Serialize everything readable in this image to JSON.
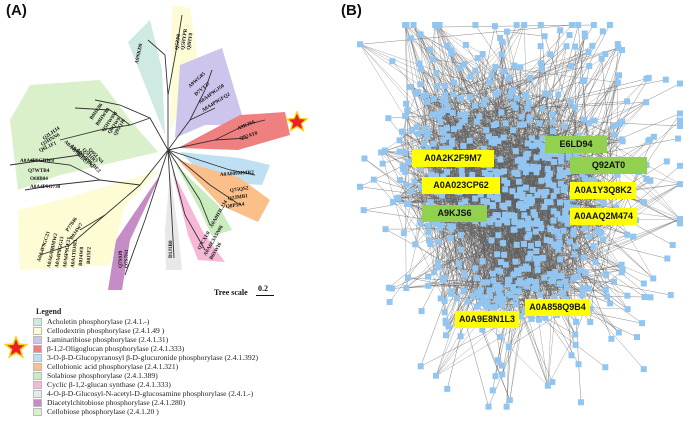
{
  "panel_a": {
    "label": "(A)",
    "tree_scale": {
      "label": "Tree scale",
      "value": "0.2"
    },
    "leaves": {
      "acholetin": [
        "A9NKD9"
      ],
      "cellodextrin_top": [
        "Q5ZP8",
        "Q5HYPR",
        "Q8HY8"
      ],
      "laminaribiose": [
        "A9WG85",
        "D7VT37",
        "A0A4P9GJ50",
        "A0A4P9GFQ2"
      ],
      "highlighted": [
        "A9KJS6",
        "Q92AT0"
      ],
      "cyclic": [
        "A0A009MMR2"
      ],
      "cellobionic": [
        "Q75QS2",
        "Q2JMB1",
        "Q8P5A4"
      ],
      "solabiose": [
        "A0A0H3L2J4"
      ],
      "glucosyl_glcnac": [
        "Q7CXE0",
        "A0A6E3A5N06",
        "B6SWI6"
      ],
      "cyclic_bottom": [
        "D1J1B0"
      ],
      "diacetylchitobiose": [
        "Q7S9J9",
        "Q7S7N1"
      ],
      "cellobiose_bottom": [
        "P77846",
        "B0J4W7",
        "A0A4P9GC23",
        "A0A6A0BMW2",
        "A0A4P9GG13",
        "A0A6P9GE21",
        "A0A1T0J6I1",
        "B0J4W8",
        "B0J5F2"
      ],
      "cellobiose_left": [
        "Q95LN4",
        "Q5IHR7",
        "A0A4P9GDE2",
        "A0A6E3A7A2",
        "A0A4P9GLC7",
        "Q2LHJ4",
        "Q5HNN6",
        "Q6L1F1",
        "B0HE86",
        "B0HW80",
        "Q5HW9M",
        "Q0QW9",
        "Q95QJ6",
        "A0A4P9GDW8",
        "Q7WTB4",
        "O68B04",
        "A0A4P9G730"
      ]
    },
    "legend": {
      "title": "Legend",
      "items": [
        {
          "label": "Acholetin phosphorylase (2.4.1.-)",
          "color": "#cfe9e3"
        },
        {
          "label": "Cellodextrin phosphorylase (2.4.1.49 )",
          "color": "#fdfcd4"
        },
        {
          "label": "Laminaribiose phosphorylase (2.4.1.31)",
          "color": "#cdc5ec"
        },
        {
          "label": "β-1,2-Oligoglucan phosphorylase (2.4.1.333)",
          "color": "#f08080"
        },
        {
          "label": "3-O-β-D-Glucopyranosyl β-D-glucuronide phosphorylase (2.4.1.392)",
          "color": "#bfe0f2"
        },
        {
          "label": "Cellobionic acid phosphorylase (2.4.1.321)",
          "color": "#fbc08a"
        },
        {
          "label": "Solabiose phosphorylase (2.4.1.389)",
          "color": "#c9ecbe"
        },
        {
          "label": "Cyclic β-1,2-glucan synthase (2.4.1.333)",
          "color": "#f7b8d8"
        },
        {
          "label": "4-O-β-D-Glucosyl-N-acetyl-D-glucosamine phosphorylase (2.4.1.-)",
          "color": "#e8e8e8"
        },
        {
          "label": "Diacetylchitobiose phosphorylase (2.4.1.280)",
          "color": "#c58cc6"
        },
        {
          "label": "Cellobiose phosphorylase (2.4.1.20 )",
          "color": "#daf0cb"
        }
      ]
    },
    "colors": {
      "star": "#e8202a",
      "star_outline": "#f7d21a",
      "branch": "#333333"
    }
  },
  "panel_b": {
    "label": "(B)",
    "node_color": "#92c5f0",
    "edge_color": "#5f5f5f",
    "labels": [
      {
        "text": "E6LD94",
        "style": "green"
      },
      {
        "text": "A0A2K2F9M7",
        "style": "yellow"
      },
      {
        "text": "Q92AT0",
        "style": "green"
      },
      {
        "text": "A0A023CP62",
        "style": "yellow"
      },
      {
        "text": "A0A1Y3Q8K2",
        "style": "yellow"
      },
      {
        "text": "A9KJS6",
        "style": "green"
      },
      {
        "text": "A0AAQ2M474",
        "style": "yellow"
      },
      {
        "text": "A0A858Q9B4",
        "style": "yellow"
      },
      {
        "text": "A0A9E8N1L3",
        "style": "yellow"
      }
    ]
  }
}
